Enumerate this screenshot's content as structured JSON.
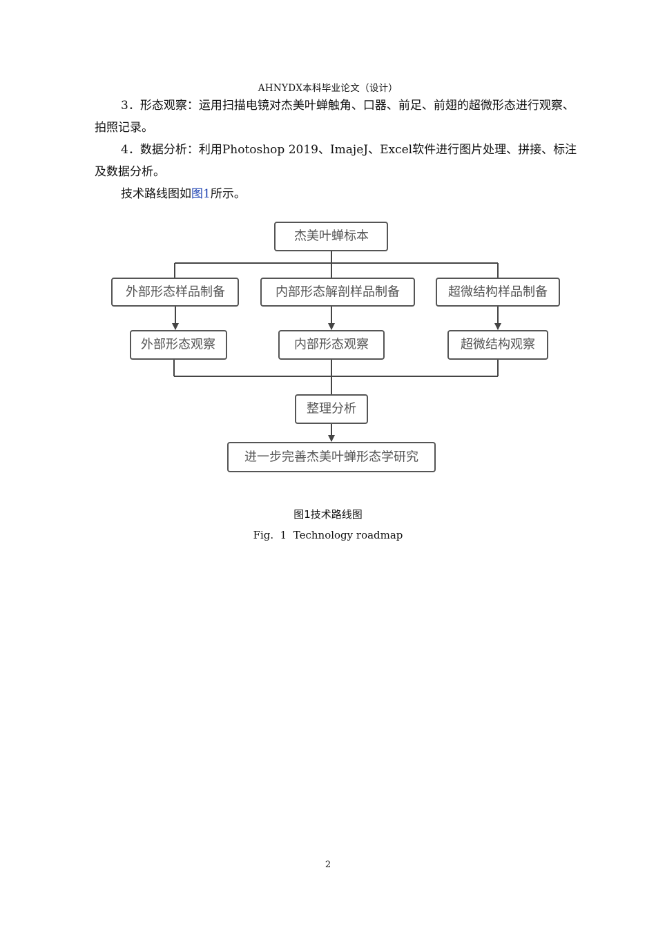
{
  "header": "AHNYDX本科毕业论文（设计）",
  "paragraphs": [
    "3．形态观察：运用扫描电镜对杰美叶蝉触角、口器、前足、前翅的超微形态进行观察、拍照记录。",
    "4．数据分析：利用Photoshop 2019、ImajeJ、Excel软件进行图片处理、拼接、标注及数据分析。"
  ],
  "ref_sentence": {
    "before": "技术路线图如",
    "link": "图1",
    "after": "所示。"
  },
  "flowchart": {
    "root": "杰美叶蝉标本",
    "prep": [
      "外部形态样品制备",
      "内部形态解剖样品制备",
      "超微结构样品制备"
    ],
    "observe": [
      "外部形态观察",
      "内部形态观察",
      "超微结构观察"
    ],
    "analysis": "整理分析",
    "final": "进一步完善杰美叶蝉形态学研究"
  },
  "caption_zh": "图1技术路线图",
  "caption_en": "Fig.  1  Technology roadmap",
  "page_number": "2"
}
